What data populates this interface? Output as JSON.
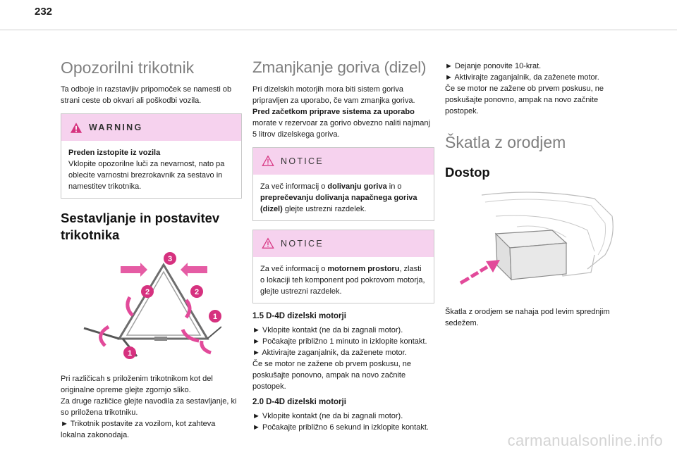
{
  "page_number": "232",
  "col1": {
    "title": "Opozorilni trikotnik",
    "intro": "Ta odboje in razstavljiv pripomoček se namesti ob strani ceste ob okvari ali poškodbi vozila.",
    "warning": {
      "label": "WARNING",
      "heading": "Preden izstopite iz vozila",
      "text": "Vklopite opozorilne luči za nevarnost, nato pa oblecite varnostni brezrokavnik za sestavo in namestitev trikotnika."
    },
    "subtitle": "Sestavljanje in postavitev trikotnika",
    "figure_labels": [
      "3",
      "2",
      "2",
      "1",
      "1"
    ],
    "p1": "Pri različicah s priloženim trikotnikom kot del originalne opreme glejte zgornjo sliko.",
    "p2": "Za druge različice glejte navodila za sestavljanje, ki so priložena trikotniku.",
    "p3": "► Trikotnik postavite za vozilom, kot zahteva lokalna zakonodaja."
  },
  "col2": {
    "title": "Zmanjkanje goriva (dizel)",
    "p1_a": "Pri dizelskih motorjih mora biti sistem goriva pripravljen za uporabo, če vam zmanjka goriva. ",
    "p1_b": "Pred začetkom priprave sistema za uporabo",
    "p1_c": " morate v rezervoar za gorivo obvezno naliti najmanj 5 litrov dizelskega goriva.",
    "notice1": {
      "label": "NOTICE",
      "t1": "Za več informacij o ",
      "b1": "dolivanju goriva",
      "t2": " in o ",
      "b2": "preprečevanju dolivanja napačnega goriva (dizel)",
      "t3": " glejte ustrezni razdelek."
    },
    "notice2": {
      "label": "NOTICE",
      "t1": "Za več informacij o ",
      "b1": "motornem prostoru",
      "t2": ", zlasti o lokaciji teh komponent pod pokrovom motorja, glejte ustrezni razdelek."
    },
    "h_a": "1.5 D-4D dizelski motorji",
    "a1": "► Vklopite kontakt (ne da bi zagnali motor).",
    "a2": "► Počakajte približno 1 minuto in izklopite kontakt.",
    "a3": "► Aktivirajte zaganjalnik, da zaženete motor.",
    "a4": "Če se motor ne zažene ob prvem poskusu, ne poskušajte ponovno, ampak na novo začnite postopek.",
    "h_b": "2.0 D-4D dizelski motorji",
    "b1": "► Vklopite kontakt (ne da bi zagnali motor).",
    "b2": "► Počakajte približno 6 sekund in izklopite kontakt."
  },
  "col3": {
    "c1": "► Dejanje ponovite 10-krat.",
    "c2": "► Aktivirajte zaganjalnik, da zaženete motor.",
    "c3": "Če se motor ne zažene ob prvem poskusu, ne poskušajte ponovno, ampak na novo začnite postopek.",
    "title": "Škatla z orodjem",
    "subtitle": "Dostop",
    "caption": "Škatla z orodjem se nahaja pod levim sprednjim sedežem."
  },
  "watermark": "carmanualsonline.info",
  "colors": {
    "accent": "#d6317f",
    "box_header": "#f6d2ee",
    "heading_grey": "#7f7f7f"
  },
  "icons": [
    "warning-triangle-icon",
    "notice-triangle-icon"
  ]
}
